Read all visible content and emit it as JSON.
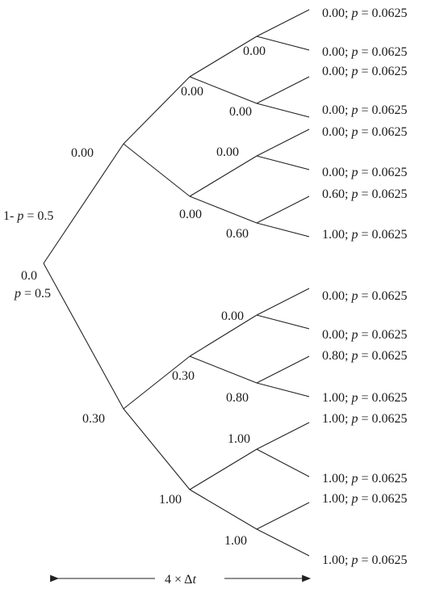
{
  "root": {
    "value": "0.0"
  },
  "branch_labels": {
    "up": {
      "prefix": "1- ",
      "var": "p",
      "suffix": " = 0.5"
    },
    "down": {
      "var": "p",
      "suffix": " = 0.5"
    }
  },
  "level1": [
    "0.00",
    "0.30"
  ],
  "level2": [
    "0.00",
    "0.00",
    "0.30",
    "1.00"
  ],
  "level3": [
    "0.00",
    "0.00",
    "0.00",
    "0.60",
    "0.00",
    "0.80",
    "1.00",
    "1.00"
  ],
  "leaves": [
    {
      "value": "0.00",
      "p": "0.0625"
    },
    {
      "value": "0.00",
      "p": "0.0625"
    },
    {
      "value": "0.00",
      "p": "0.0625"
    },
    {
      "value": "0.00",
      "p": "0.0625"
    },
    {
      "value": "0.00",
      "p": "0.0625"
    },
    {
      "value": "0.00",
      "p": "0.0625"
    },
    {
      "value": "0.60",
      "p": "0.0625"
    },
    {
      "value": "1.00",
      "p": "0.0625"
    },
    {
      "value": "0.00",
      "p": "0.0625"
    },
    {
      "value": "0.00",
      "p": "0.0625"
    },
    {
      "value": "0.80",
      "p": "0.0625"
    },
    {
      "value": "1.00",
      "p": "0.0625"
    },
    {
      "value": "1.00",
      "p": "0.0625"
    },
    {
      "value": "1.00",
      "p": "0.0625"
    },
    {
      "value": "1.00",
      "p": "0.0625"
    },
    {
      "value": "1.00",
      "p": "0.0625"
    }
  ],
  "time_axis": {
    "multiplier": "4",
    "times": "×",
    "delta": "Δ",
    "var": "t"
  }
}
